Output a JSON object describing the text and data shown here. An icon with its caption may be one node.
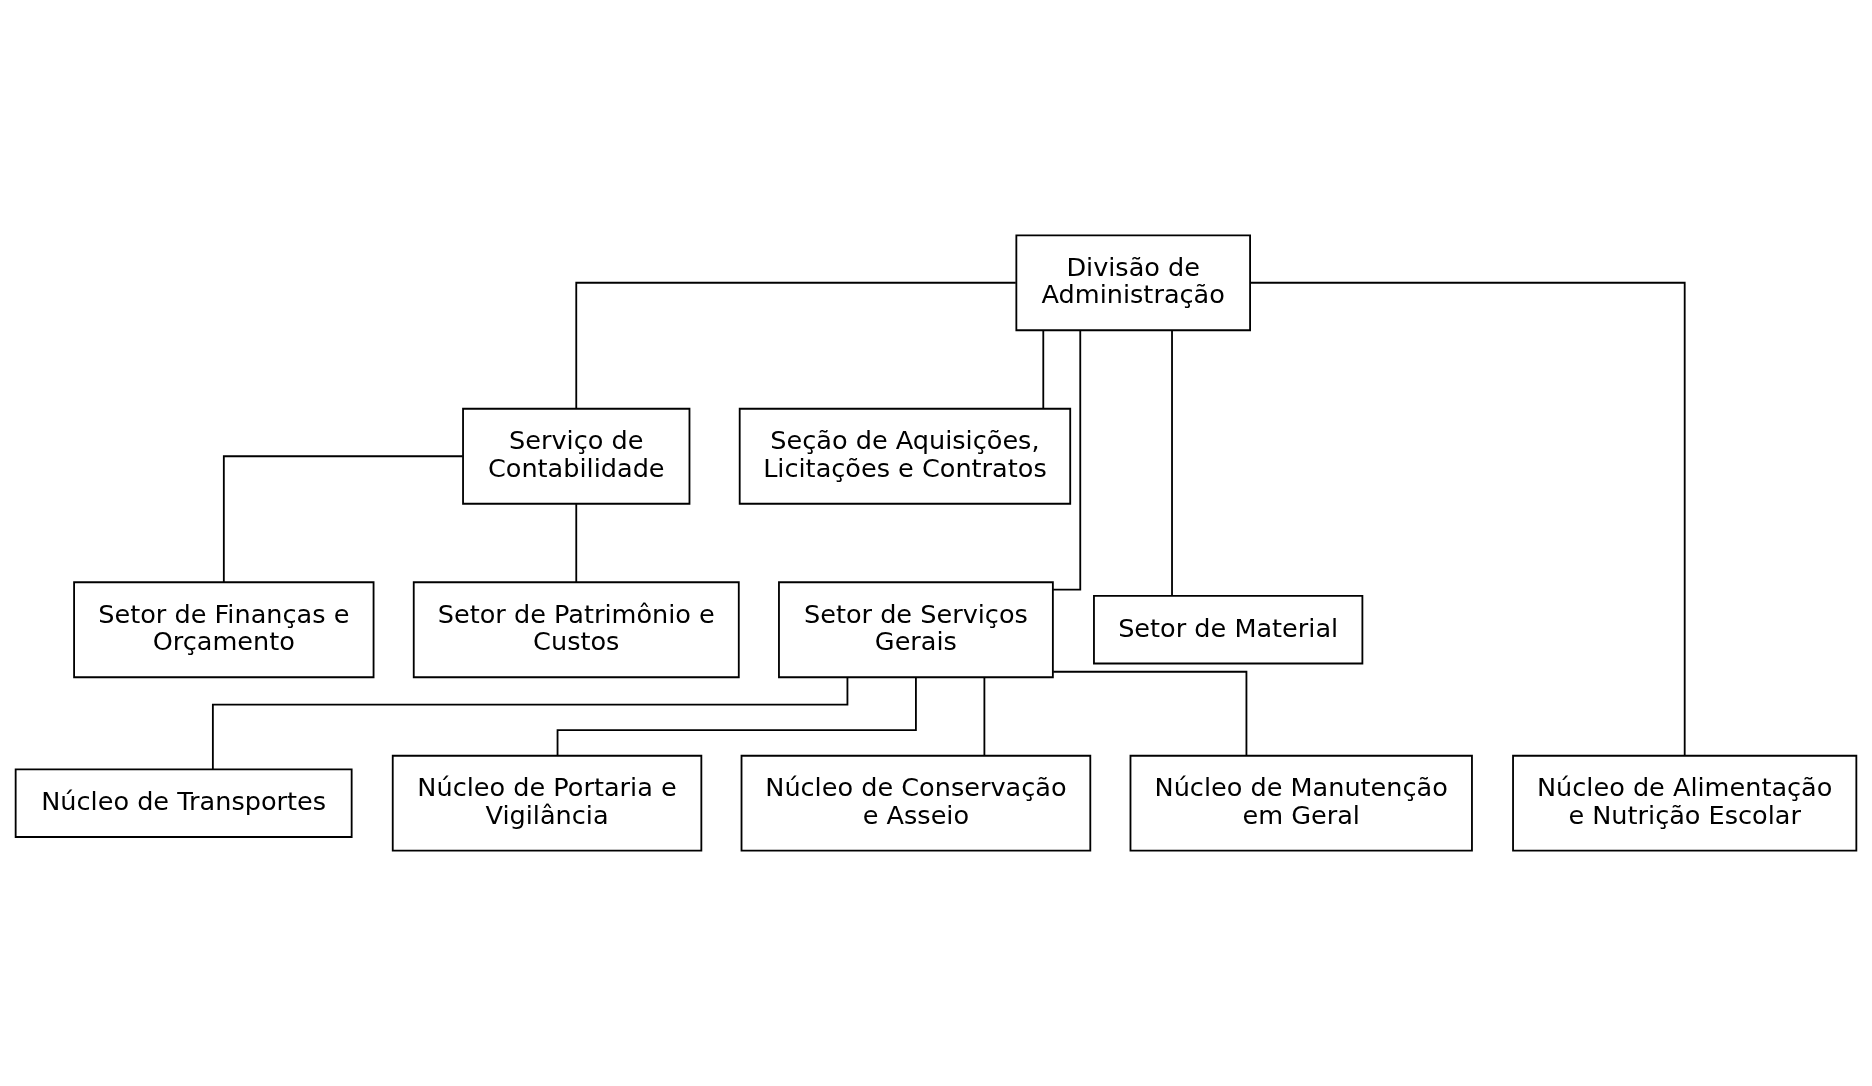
{
  "diagram": {
    "nodes": [
      {
        "text": [
          "Divisão de Administração"
        ]
      },
      {
        "text": [
          "Serviço de Contabilidade"
        ]
      },
      {
        "text": [
          "Seção de Aquisições, Licitações e Contratos"
        ]
      },
      {
        "text": [
          "Setor de Serviços Gerais"
        ]
      },
      {
        "text": [
          "Setor de Material"
        ]
      },
      {
        "text": [
          "Núcleo de Alimentação e Nutrição Escolar"
        ]
      },
      {
        "text": [
          "Setor de Finanças e Orçamento"
        ]
      },
      {
        "text": [
          "Setor de Patrimônio e Custos"
        ]
      },
      {
        "text": [
          "Núcleo de Transportes"
        ]
      },
      {
        "text": [
          "Núcleo de Portaria e Vigilância"
        ]
      },
      {
        "text": [
          "Núcleo de Conservação e Asseio"
        ]
      },
      {
        "text": [
          "Núcleo de Manutenção em Geral"
        ]
      }
    ],
    "edges": [
      {
        "from": 0,
        "to": 1,
        "arrow": "none"
      },
      {
        "from": 0,
        "to": 2,
        "arrow": "none"
      },
      {
        "from": 0,
        "to": 3,
        "arrow": "none"
      },
      {
        "from": 0,
        "to": 4,
        "arrow": "none"
      },
      {
        "from": 0,
        "to": 5,
        "arrow": "none"
      },
      {
        "from": 1,
        "to": 6,
        "arrow": "none"
      },
      {
        "from": 1,
        "to": 7,
        "arrow": "none"
      },
      {
        "from": 3,
        "to": 8,
        "arrow": "none"
      },
      {
        "from": 3,
        "to": 9,
        "arrow": "none"
      },
      {
        "from": 3,
        "to": 10,
        "arrow": "none"
      },
      {
        "from": 3,
        "to": 11,
        "arrow": "none"
      }
    ]
  }
}
